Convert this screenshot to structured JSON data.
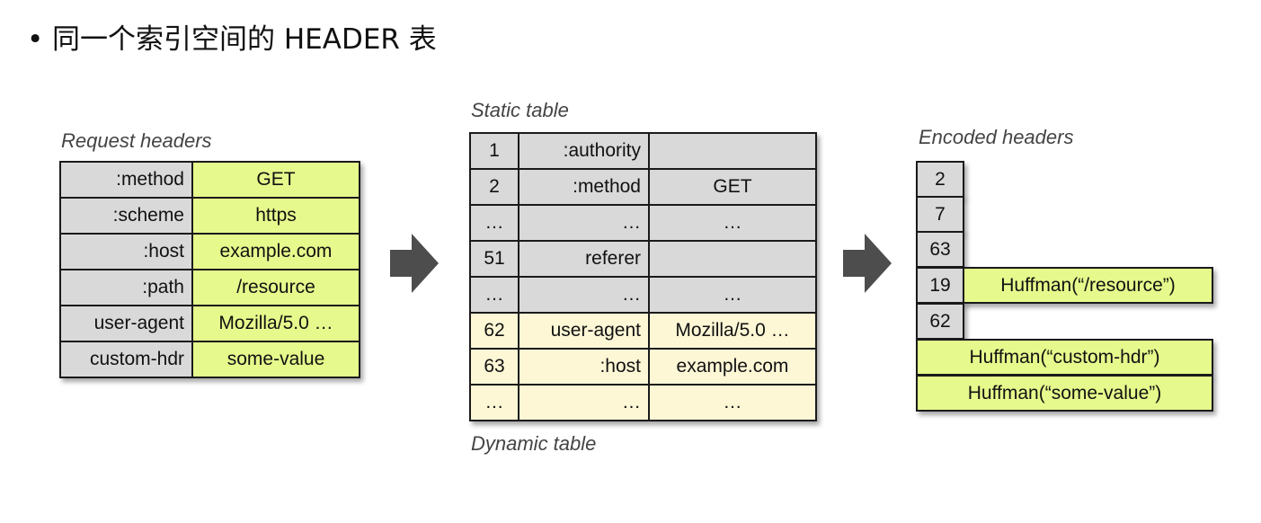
{
  "title": {
    "bullet": "•",
    "text": "同一个索引空间的 HEADER 表"
  },
  "request": {
    "caption": "Request headers",
    "rows": [
      {
        "name": ":method",
        "value": "GET"
      },
      {
        "name": ":scheme",
        "value": "https"
      },
      {
        "name": ":host",
        "value": "example.com"
      },
      {
        "name": ":path",
        "value": "/resource"
      },
      {
        "name": "user-agent",
        "value": "Mozilla/5.0 …"
      },
      {
        "name": "custom-hdr",
        "value": "some-value"
      }
    ]
  },
  "static_caption": "Static table",
  "dynamic_caption": "Dynamic table",
  "index_table": {
    "rows": [
      {
        "idx": "1",
        "name": ":authority",
        "value": "",
        "kind": "static"
      },
      {
        "idx": "2",
        "name": ":method",
        "value": "GET",
        "kind": "static"
      },
      {
        "idx": "…",
        "name": "…",
        "value": "…",
        "kind": "static"
      },
      {
        "idx": "51",
        "name": "referer",
        "value": "",
        "kind": "static"
      },
      {
        "idx": "…",
        "name": "…",
        "value": "…",
        "kind": "static"
      },
      {
        "idx": "62",
        "name": "user-agent",
        "value": "Mozilla/5.0 …",
        "kind": "dynamic"
      },
      {
        "idx": "63",
        "name": ":host",
        "value": "example.com",
        "kind": "dynamic"
      },
      {
        "idx": "…",
        "name": "…",
        "value": "…",
        "kind": "dynamic"
      }
    ]
  },
  "encoded": {
    "caption": "Encoded headers",
    "idx": [
      "2",
      "7",
      "63",
      "19",
      "62"
    ],
    "huffman_resource": "Huffman(“/resource”)",
    "huffman_name": "Huffman(“custom-hdr”)",
    "huffman_value": "Huffman(“some-value”)"
  },
  "colors": {
    "gray": "#d9d9d9",
    "green": "#e6f98c",
    "cream": "#fdf7d6",
    "arrow": "#4d4d4d"
  }
}
